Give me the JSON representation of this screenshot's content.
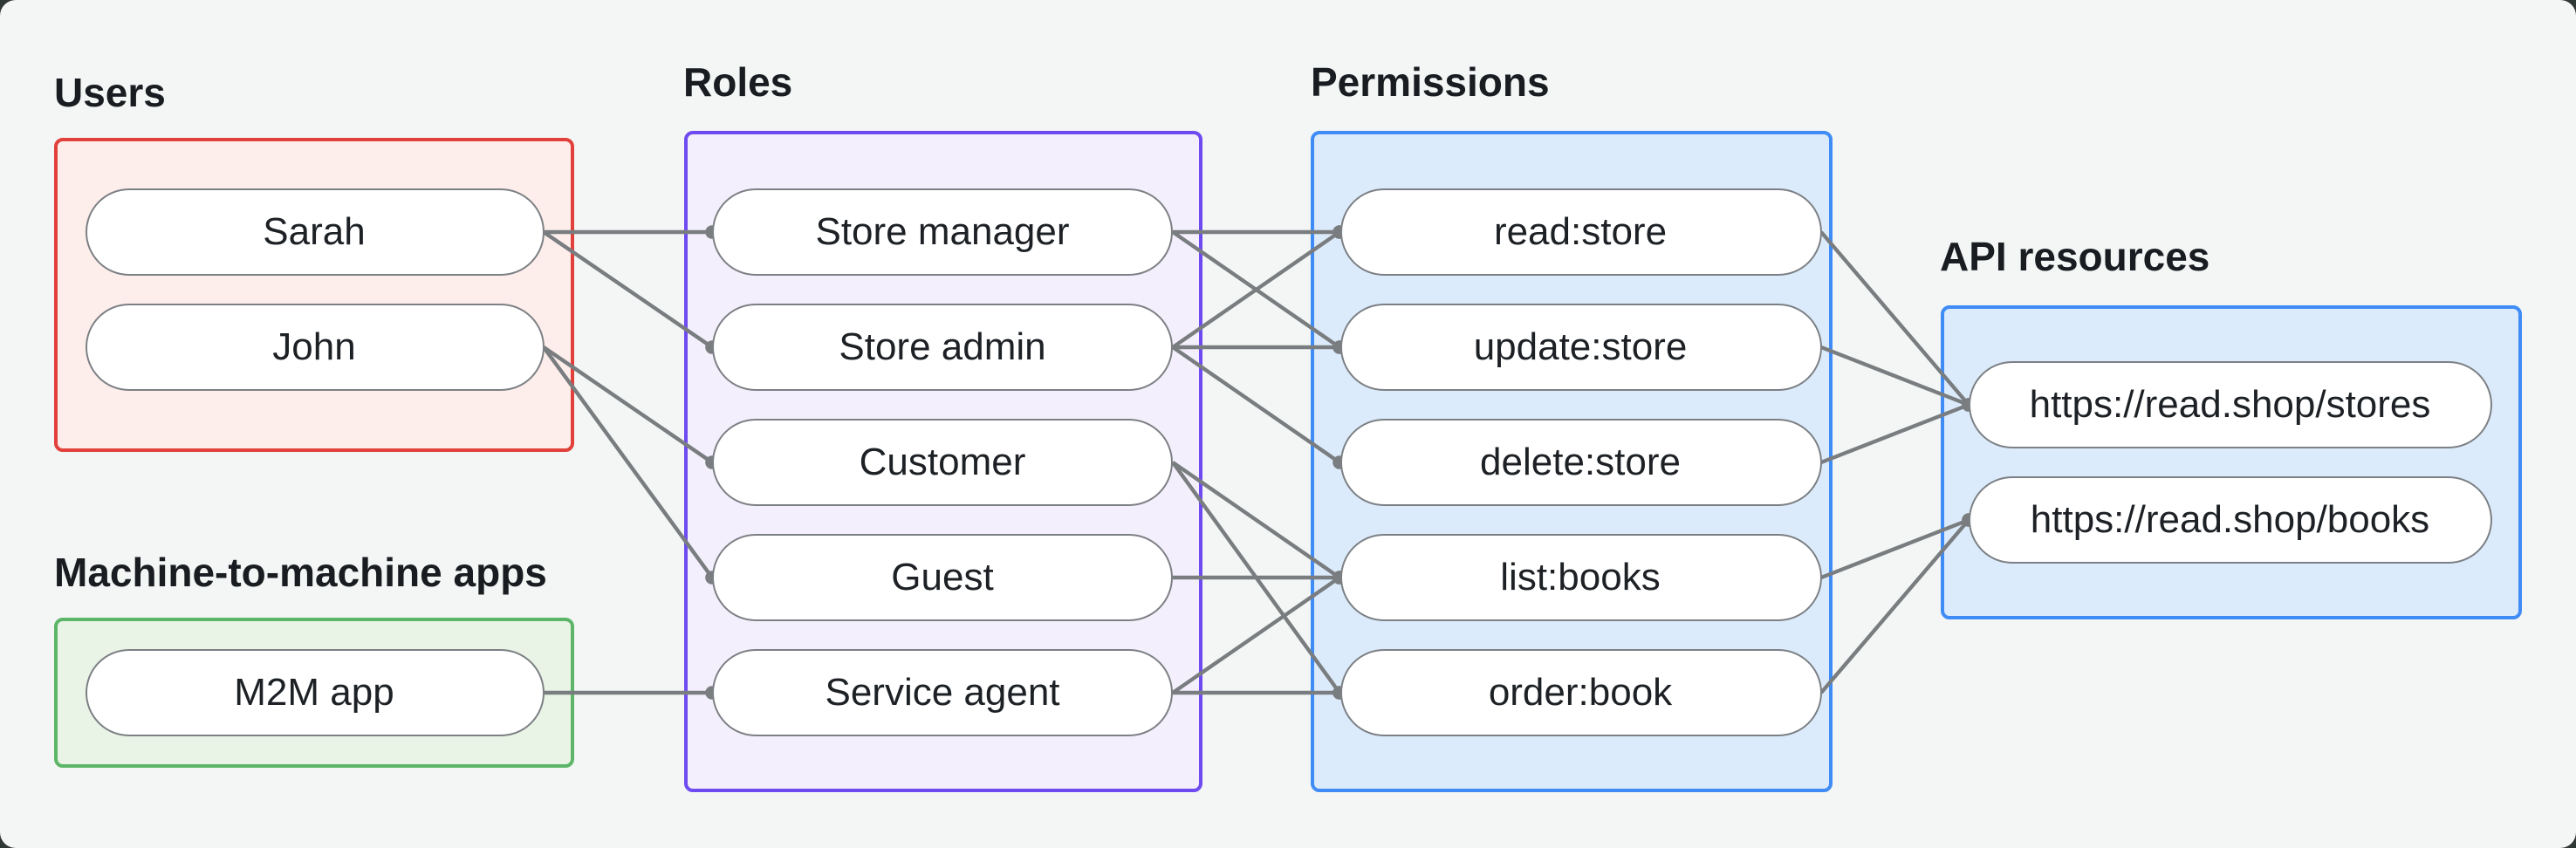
{
  "diagram": {
    "canvas_background": "#f4f6f5",
    "outer_background": "#2f3835",
    "edge_color": "#797d80",
    "node_border_color": "#7c8084",
    "text_color": "#1d2125",
    "groups": [
      {
        "id": "users",
        "label": "Users",
        "border_color": "#e2403b",
        "fill_color": "#fdeeec",
        "nodes": [
          {
            "id": "sarah",
            "label": "Sarah"
          },
          {
            "id": "john",
            "label": "John"
          }
        ]
      },
      {
        "id": "m2m",
        "label": "Machine-to-machine apps",
        "border_color": "#5db668",
        "fill_color": "#e9f4e6",
        "nodes": [
          {
            "id": "m2m-app",
            "label": "M2M app"
          }
        ]
      },
      {
        "id": "roles",
        "label": "Roles",
        "border_color": "#6e4bf1",
        "fill_color": "#f4effc",
        "nodes": [
          {
            "id": "store-manager",
            "label": "Store manager"
          },
          {
            "id": "store-admin",
            "label": "Store admin"
          },
          {
            "id": "customer",
            "label": "Customer"
          },
          {
            "id": "guest",
            "label": "Guest"
          },
          {
            "id": "service-agent",
            "label": "Service agent"
          }
        ]
      },
      {
        "id": "permissions",
        "label": "Permissions",
        "border_color": "#3f8cf6",
        "fill_color": "#dcebfb",
        "nodes": [
          {
            "id": "read-store",
            "label": "read:store"
          },
          {
            "id": "update-store",
            "label": "update:store"
          },
          {
            "id": "delete-store",
            "label": "delete:store"
          },
          {
            "id": "list-books",
            "label": "list:books"
          },
          {
            "id": "order-book",
            "label": "order:book"
          }
        ]
      },
      {
        "id": "api",
        "label": "API resources",
        "border_color": "#3f8cf6",
        "fill_color": "#dcebfb",
        "nodes": [
          {
            "id": "stores-api",
            "label": "https://read.shop/stores"
          },
          {
            "id": "books-api",
            "label": "https://read.shop/books"
          }
        ]
      }
    ],
    "edges": [
      [
        "sarah",
        "store-manager"
      ],
      [
        "sarah",
        "store-admin"
      ],
      [
        "john",
        "customer"
      ],
      [
        "john",
        "guest"
      ],
      [
        "m2m-app",
        "service-agent"
      ],
      [
        "store-manager",
        "read-store"
      ],
      [
        "store-manager",
        "update-store"
      ],
      [
        "store-admin",
        "read-store"
      ],
      [
        "store-admin",
        "update-store"
      ],
      [
        "store-admin",
        "delete-store"
      ],
      [
        "customer",
        "list-books"
      ],
      [
        "customer",
        "order-book"
      ],
      [
        "guest",
        "list-books"
      ],
      [
        "service-agent",
        "list-books"
      ],
      [
        "service-agent",
        "order-book"
      ],
      [
        "read-store",
        "stores-api"
      ],
      [
        "update-store",
        "stores-api"
      ],
      [
        "delete-store",
        "stores-api"
      ],
      [
        "list-books",
        "books-api"
      ],
      [
        "order-book",
        "books-api"
      ]
    ]
  }
}
